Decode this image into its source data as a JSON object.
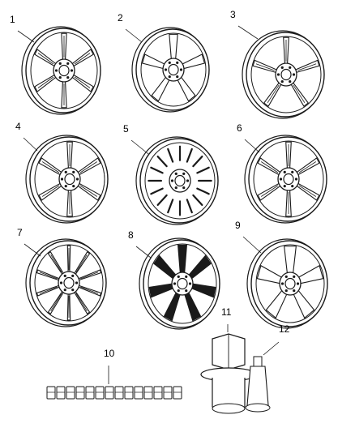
{
  "diagram": {
    "labels": [
      "1",
      "2",
      "3",
      "4",
      "5",
      "6",
      "7",
      "8",
      "9",
      "10",
      "11",
      "12"
    ]
  },
  "colors": {
    "ink": "#1a1a1a",
    "paper": "#ffffff"
  }
}
